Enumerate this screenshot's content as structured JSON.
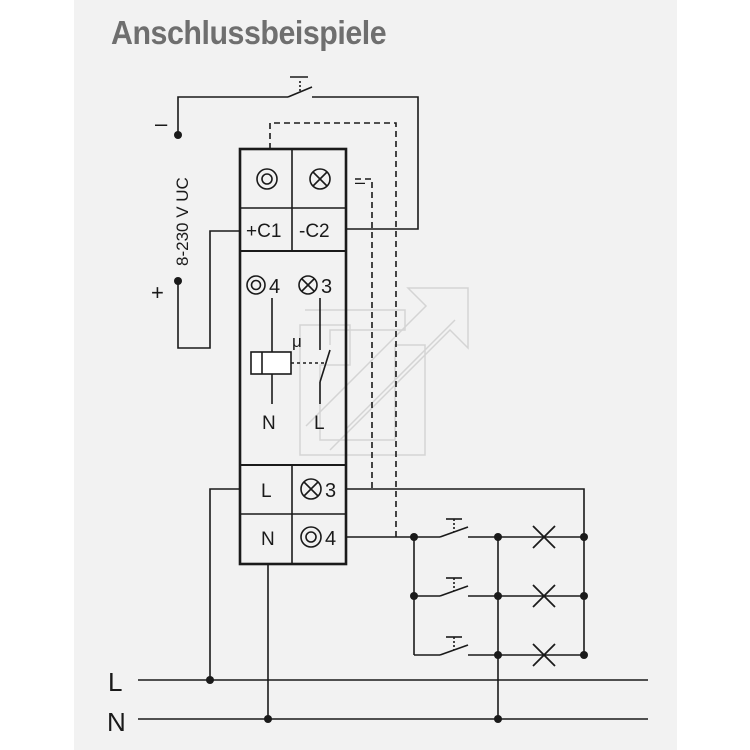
{
  "title": "Anschlussbeispiele",
  "supply": {
    "minus": "–",
    "plus": "+",
    "voltage": "8-230 V UC"
  },
  "control_wire_minus": "–",
  "device": {
    "top_terminals": [
      "+C1",
      "-C2"
    ],
    "inner_terminal_left": "4",
    "inner_terminal_right": "3",
    "relay_mark": "μ",
    "coil_label": "N",
    "contact_label": "L",
    "bottom_terminals": {
      "l": "L",
      "n": "N",
      "out3": "3",
      "out4": "4"
    }
  },
  "mains": {
    "l_label": "L",
    "n_label": "N"
  },
  "colors": {
    "background": "#f2f2f2",
    "line": "#1a1a1a",
    "watermark": "#d4d4d4",
    "title": "#6f6f6f"
  }
}
